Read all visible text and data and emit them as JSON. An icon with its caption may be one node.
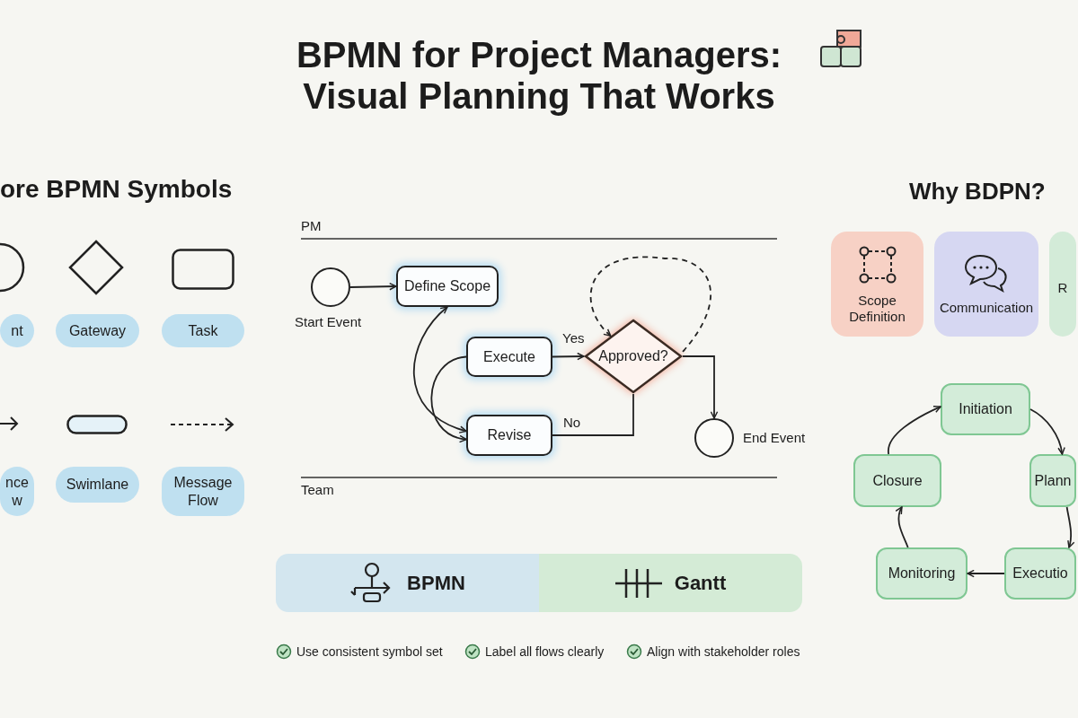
{
  "diagram": {
    "title": "BPMN for Project Managers: Visual Planning That Works",
    "nodes": [
      {
        "text": [
          "nt"
        ]
      },
      {
        "text": [
          "Gateway"
        ]
      },
      {
        "text": [
          "Task"
        ]
      },
      {
        "text": [
          "nce w"
        ]
      },
      {
        "text": [
          "Swimlane"
        ]
      },
      {
        "text": [
          "Message Flow"
        ]
      },
      {
        "text": [],
        "shape": "circle",
        "beside": [
          "Start Event"
        ]
      },
      {
        "text": [
          "Define Scope"
        ]
      },
      {
        "text": [
          "Execute"
        ]
      },
      {
        "text": [
          "Revise"
        ]
      },
      {
        "text": [
          "Approved?"
        ]
      },
      {
        "text": [],
        "shape": "circle",
        "beside": [
          "End Event"
        ]
      },
      {
        "text": [
          "BPMN"
        ]
      },
      {
        "text": [
          "Gantt"
        ]
      },
      {
        "text": [
          "Scope Definition"
        ]
      },
      {
        "text": [
          "Communication"
        ]
      },
      {
        "text": [
          "R"
        ]
      },
      {
        "text": [
          "Initiation"
        ]
      },
      {
        "text": [
          "Plann"
        ]
      },
      {
        "text": [
          "Executio"
        ]
      },
      {
        "text": [
          "Monitoring"
        ]
      },
      {
        "text": [
          "Closure"
        ]
      }
    ],
    "edges": [
      {
        "from": 6,
        "to": 7,
        "arrow": "to"
      },
      {
        "from": 7,
        "to": 9,
        "arrow": "both"
      },
      {
        "from": 8,
        "to": 9,
        "arrow": "to"
      },
      {
        "from": 8,
        "to": 10,
        "arrow": "to",
        "label": "Yes"
      },
      {
        "from": 10,
        "to": 9,
        "arrow": "none",
        "label": "No"
      },
      {
        "from": 10,
        "to": 11,
        "arrow": "to"
      },
      {
        "from": 10,
        "to": 10,
        "arrow": "to",
        "style": "dashed"
      },
      {
        "from": 17,
        "to": 18,
        "arrow": "to"
      },
      {
        "from": 18,
        "to": 19,
        "arrow": "to"
      },
      {
        "from": 19,
        "to": 20,
        "arrow": "to"
      },
      {
        "from": 20,
        "to": 21,
        "arrow": "to"
      },
      {
        "from": 21,
        "to": 17,
        "arrow": "to"
      }
    ],
    "labels": [
      "ore BPMN Symbols",
      "Why BDPN?",
      "PM",
      "Team",
      "Use consistent symbol set",
      "Label all flows clearly",
      "Align with stakeholder roles"
    ]
  }
}
